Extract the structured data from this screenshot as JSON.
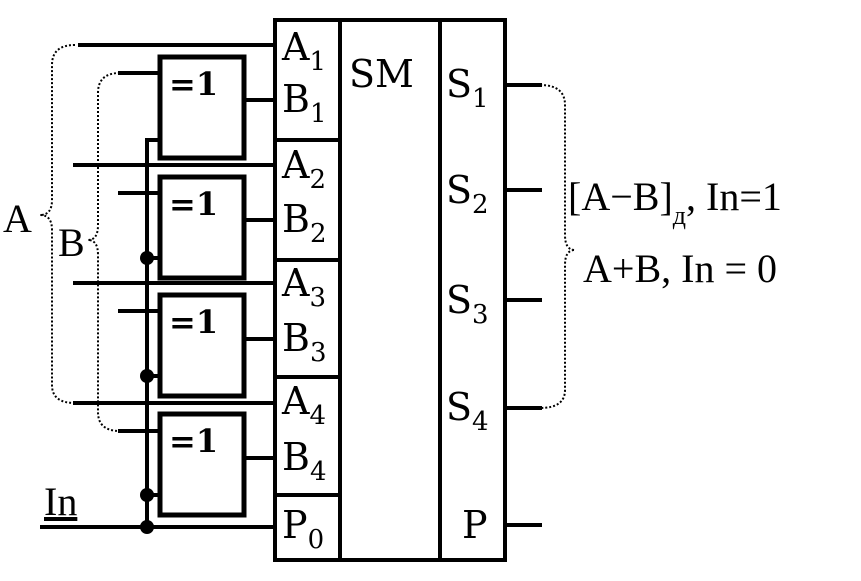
{
  "block": {
    "label": "SM",
    "inputs": [
      {
        "letter": "A",
        "index": "1"
      },
      {
        "letter": "B",
        "index": "1"
      },
      {
        "letter": "A",
        "index": "2"
      },
      {
        "letter": "B",
        "index": "2"
      },
      {
        "letter": "A",
        "index": "3"
      },
      {
        "letter": "B",
        "index": "3"
      },
      {
        "letter": "A",
        "index": "4"
      },
      {
        "letter": "B",
        "index": "4"
      },
      {
        "letter": "P",
        "index": "0"
      }
    ],
    "outputs": [
      {
        "letter": "S",
        "index": "1"
      },
      {
        "letter": "S",
        "index": "2"
      },
      {
        "letter": "S",
        "index": "3"
      },
      {
        "letter": "S",
        "index": "4"
      },
      {
        "letter": "P",
        "index": ""
      }
    ]
  },
  "gates": [
    "=1",
    "=1",
    "=1",
    "=1"
  ],
  "buses": {
    "a_label": "A",
    "b_label": "B",
    "in_label": "In"
  },
  "result": {
    "line1_main": "[A−B]",
    "line1_sub": "д",
    "line1_tail": ", In=1",
    "line2": "A+B, In = 0"
  }
}
